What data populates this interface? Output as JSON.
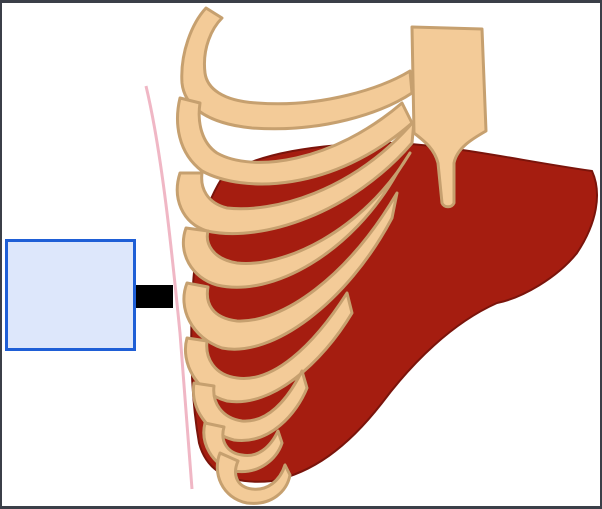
{
  "diagram": {
    "subject": "",
    "colors": {
      "background": "#ffffff",
      "outer_frame": "#3b3f48",
      "liver_fill": "#a51d10",
      "liver_stroke": "#7a140b",
      "rib_fill": "#f3cb98",
      "rib_stroke": "#c6a06f",
      "skin_line": "#f0b7c5",
      "probe_fill": "#dde7fb",
      "probe_border": "#1f5fd6",
      "cable": "#000000"
    },
    "parts": {
      "liver": "liver-organ",
      "ribs": "rib-cage",
      "sternum": "sternum",
      "skin": "skin-line",
      "probe": "ultrasound-probe",
      "cable": "probe-cable"
    }
  }
}
